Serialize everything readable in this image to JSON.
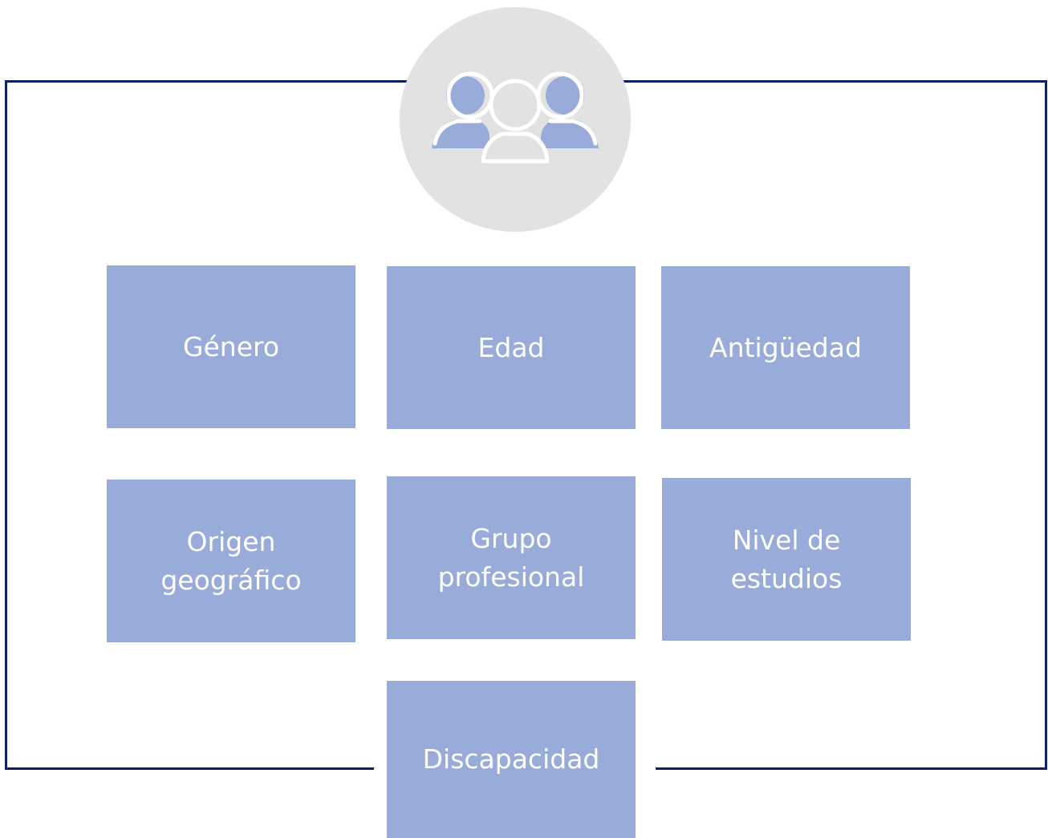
{
  "icon": "people-group-icon",
  "colors": {
    "frame": "#0d2160",
    "box": "#98abd9",
    "circle": "#e2e2e2",
    "text": "#ffffff"
  },
  "boxes": {
    "genero": [
      "Género"
    ],
    "edad": [
      "Edad"
    ],
    "antiguedad": [
      "Antigüedad"
    ],
    "origen": [
      "Origen",
      "geográfico"
    ],
    "grupo": [
      "Grupo",
      "profesional"
    ],
    "nivel": [
      "Nivel de",
      "estudios"
    ],
    "discapacidad": [
      "Discapacidad"
    ]
  }
}
